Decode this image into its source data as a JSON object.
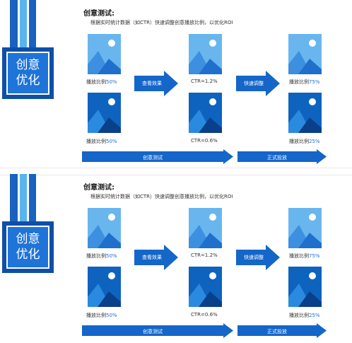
{
  "badge": {
    "line1": "创意",
    "line2": "优化"
  },
  "title": "创意测试:",
  "description": "根据实时统计数据（如CTR）快速调整创意播放比例，以优化ROI",
  "columns": {
    "initial": {
      "top_label": "播放比例",
      "top_value": "50%",
      "bottom_label": "播放比例",
      "bottom_value": "50%"
    },
    "observe": {
      "top_text": "CTR=1.2%",
      "bottom_text": "CTR=0.6%"
    },
    "adjusted": {
      "top_label": "播放比例",
      "top_value": "75%",
      "bottom_label": "播放比例",
      "bottom_value": "25%"
    }
  },
  "arrows": {
    "view_effect": "查看效果",
    "quick_adjust": "快速调整"
  },
  "phases": {
    "test": "创意测试",
    "launch": "正式投放"
  },
  "colors": {
    "card_light": "#69b6ef",
    "card_dark": "#0e63bf",
    "arrow": "#1466c8",
    "badge": "#1e74d8",
    "stripe_dark": "#1a62c0",
    "stripe_light": "#5ab4ee"
  }
}
